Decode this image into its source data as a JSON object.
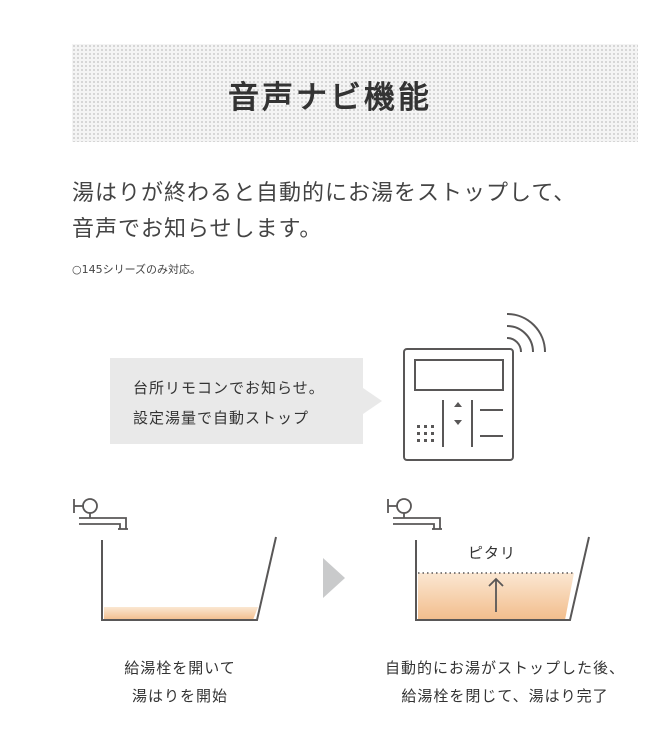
{
  "title": "音声ナビ機能",
  "lead": {
    "line1": "湯はりが終わると自動的にお湯をストップして、",
    "line2": "音声でお知らせします。"
  },
  "note": "○145シリーズのみ対応。",
  "bubble": {
    "line1": "台所リモコンでお知らせ。",
    "line2": "設定湯量で自動ストップ"
  },
  "step1": {
    "line1": "給湯栓を開いて",
    "line2": "湯はりを開始"
  },
  "step2": {
    "line1": "自動的にお湯がストップした後、",
    "line2": "給湯栓を閉じて、湯はり完了",
    "level_label": "ピタリ"
  },
  "colors": {
    "water_top": "#f7d6b4",
    "water_bottom": "#f0b783",
    "line": "#595757",
    "arrow": "#c9cacb"
  },
  "icons": [
    "remote-control-icon",
    "wifi-signal-icon",
    "faucet-icon",
    "bathtub-icon",
    "arrow-right-icon",
    "arrow-up-icon"
  ]
}
